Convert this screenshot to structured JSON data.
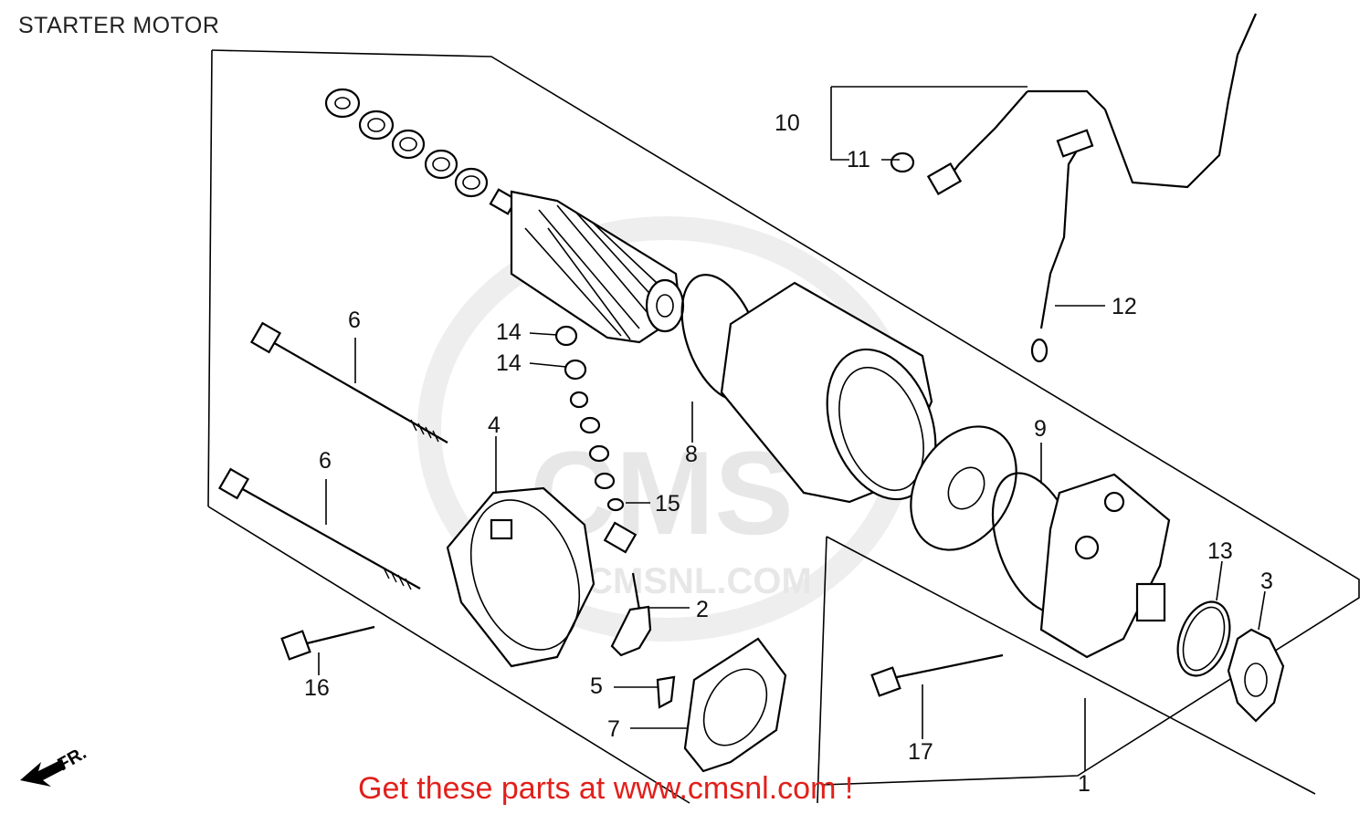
{
  "title": "STARTER MOTOR",
  "watermark": {
    "text": "CMS",
    "url": "WWW.CMSNL.COM"
  },
  "footer": "Get these parts at www.cmsnl.com !",
  "direction_label": "FR.",
  "callouts": [
    {
      "id": "c1",
      "num": "1"
    },
    {
      "id": "c2",
      "num": "2"
    },
    {
      "id": "c3",
      "num": "3"
    },
    {
      "id": "c4",
      "num": "4"
    },
    {
      "id": "c5",
      "num": "5"
    },
    {
      "id": "c6a",
      "num": "6"
    },
    {
      "id": "c6b",
      "num": "6"
    },
    {
      "id": "c7",
      "num": "7"
    },
    {
      "id": "c8",
      "num": "8"
    },
    {
      "id": "c9",
      "num": "9"
    },
    {
      "id": "c10",
      "num": "10"
    },
    {
      "id": "c11",
      "num": "11"
    },
    {
      "id": "c12",
      "num": "12"
    },
    {
      "id": "c13",
      "num": "13"
    },
    {
      "id": "c14a",
      "num": "14"
    },
    {
      "id": "c14b",
      "num": "14"
    },
    {
      "id": "c15",
      "num": "15"
    },
    {
      "id": "c16",
      "num": "16"
    },
    {
      "id": "c17",
      "num": "17"
    }
  ],
  "colors": {
    "footer": "#e2201b",
    "watermark": "#d9d9d9",
    "ink": "#000000"
  }
}
